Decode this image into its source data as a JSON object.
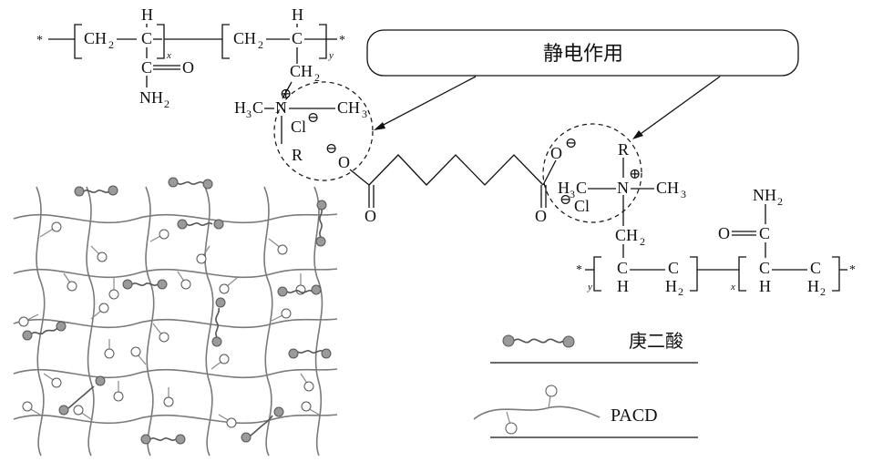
{
  "callout": {
    "label": "静电作用"
  },
  "left_polymer": {
    "end_star": "*",
    "ch2_1": "CH",
    "ch2_1_sub": "2",
    "ch_h": "H",
    "ch_c": "C",
    "sub_x": "x",
    "ch2_2": "CH",
    "ch2_2_sub": "2",
    "ch_h2": "H",
    "ch_c2": "C",
    "sub_y": "y",
    "end_star_right": "*",
    "carbonyl_c": "C",
    "carbonyl_o": "O",
    "amine": "NH",
    "amine_sub": "2",
    "side_ch2": "CH",
    "side_ch2_sub": "2",
    "n_left_methyl": "H",
    "n_left_methyl_sub": "3",
    "n_left_methyl_c": "C",
    "n_atom": "N",
    "n_right_methyl": "CH",
    "n_right_methyl_sub": "3",
    "chloride": "Cl",
    "r_group": "R",
    "charge_plus": "⊕",
    "charge_minus": "⊖"
  },
  "adipate": {
    "o_left": "O",
    "o_left_dbl": "O",
    "o_right": "O",
    "o_right_dbl": "O",
    "minus": "⊖"
  },
  "right_polymer": {
    "r_group": "R",
    "n_atom": "N",
    "left_methyl": "H",
    "left_methyl_sub": "3",
    "left_methyl_c": "C",
    "right_methyl": "CH",
    "right_methyl_sub": "3",
    "chloride": "Cl",
    "side_ch2": "CH",
    "side_ch2_sub": "2",
    "amine": "NH",
    "amine_sub": "2",
    "carbonyl_o": "O",
    "carbonyl_c": "C",
    "c1": "C",
    "c1_h": "H",
    "c2": "C",
    "c2_h": "H",
    "c2_h_sub": "2",
    "c3": "C",
    "c3_h": "H",
    "c4": "C",
    "c4_h": "H",
    "c4_h_sub": "2",
    "sub_y": "y",
    "sub_x": "x",
    "star_left": "*",
    "star_right": "*",
    "charge_plus": "⊕",
    "charge_minus": "⊖"
  },
  "legend": {
    "adipic_label": "庚二酸",
    "pacd_label": "PACD"
  }
}
